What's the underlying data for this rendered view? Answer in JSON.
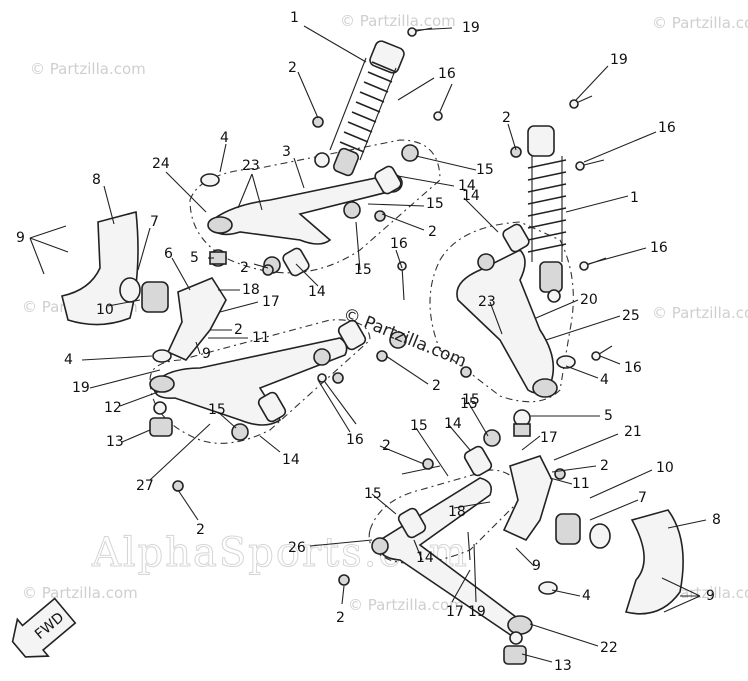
{
  "watermarks": {
    "partzilla": "© Partzilla.com",
    "center": "© Partzilla.com",
    "alpha": "AlphaSports.com"
  },
  "badge": {
    "text": "FWD"
  },
  "callouts": [
    {
      "text": "1"
    },
    {
      "text": "2"
    },
    {
      "text": "19"
    },
    {
      "text": "16"
    },
    {
      "text": "3"
    },
    {
      "text": "24"
    },
    {
      "text": "23"
    },
    {
      "text": "4"
    },
    {
      "text": "15"
    },
    {
      "text": "14"
    },
    {
      "text": "15"
    },
    {
      "text": "2"
    },
    {
      "text": "2"
    },
    {
      "text": "14"
    },
    {
      "text": "15"
    },
    {
      "text": "16"
    },
    {
      "text": "8"
    },
    {
      "text": "9"
    },
    {
      "text": "7"
    },
    {
      "text": "6"
    },
    {
      "text": "5"
    },
    {
      "text": "18"
    },
    {
      "text": "17"
    },
    {
      "text": "2"
    },
    {
      "text": "11"
    },
    {
      "text": "10"
    },
    {
      "text": "9"
    },
    {
      "text": "4"
    },
    {
      "text": "19"
    },
    {
      "text": "12"
    },
    {
      "text": "13"
    },
    {
      "text": "15"
    },
    {
      "text": "14"
    },
    {
      "text": "16"
    },
    {
      "text": "27"
    },
    {
      "text": "2"
    },
    {
      "text": "19"
    },
    {
      "text": "2"
    },
    {
      "text": "16"
    },
    {
      "text": "1"
    },
    {
      "text": "16"
    },
    {
      "text": "14"
    },
    {
      "text": "23"
    },
    {
      "text": "20"
    },
    {
      "text": "25"
    },
    {
      "text": "16"
    },
    {
      "text": "4"
    },
    {
      "text": "2"
    },
    {
      "text": "5"
    },
    {
      "text": "15"
    },
    {
      "text": "15"
    },
    {
      "text": "14"
    },
    {
      "text": "17"
    },
    {
      "text": "21"
    },
    {
      "text": "2"
    },
    {
      "text": "2"
    },
    {
      "text": "11"
    },
    {
      "text": "10"
    },
    {
      "text": "7"
    },
    {
      "text": "18"
    },
    {
      "text": "15"
    },
    {
      "text": "8"
    },
    {
      "text": "26"
    },
    {
      "text": "14"
    },
    {
      "text": "9"
    },
    {
      "text": "2"
    },
    {
      "text": "17"
    },
    {
      "text": "19"
    },
    {
      "text": "4"
    },
    {
      "text": "9"
    },
    {
      "text": "22"
    },
    {
      "text": "13"
    },
    {
      "text": "15"
    }
  ]
}
